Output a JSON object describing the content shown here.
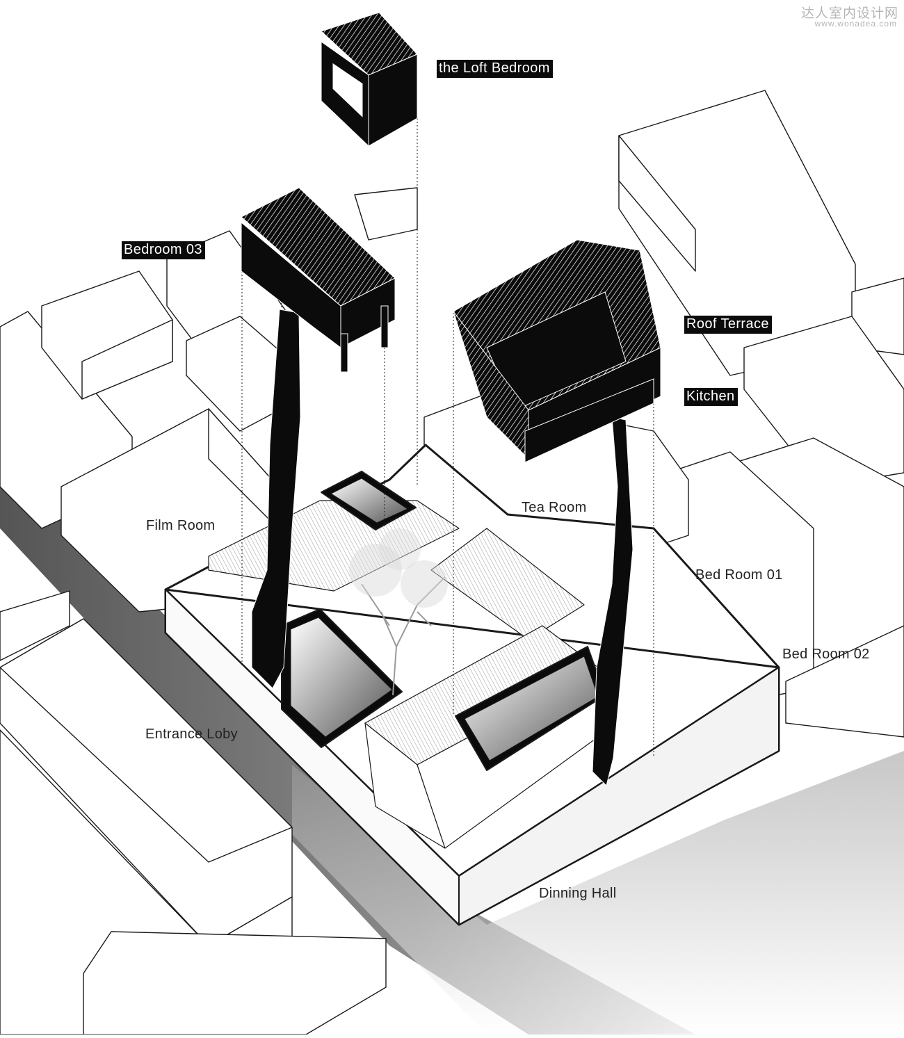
{
  "watermark": {
    "site_name_cn": "达人室内设计网",
    "site_url": "www.wonadea.com"
  },
  "tags": {
    "loft_bedroom": "the Loft Bedroom",
    "bedroom_03": "Bedroom 03",
    "roof_terrace": "Roof Terrace",
    "kitchen": "Kitchen"
  },
  "rooms": {
    "film_room": "Film Room",
    "tea_room": "Tea Room",
    "bed_room_01": "Bed Room 01",
    "bed_room_02": "Bed Room 02",
    "entrance_loby": "Entrance Loby",
    "dinning_hall": "Dinning Hall"
  },
  "colors": {
    "line": "#1a1a1a",
    "fill_black": "#0b0b0b",
    "tag_bg": "#0b0b0b",
    "tag_text": "#ffffff",
    "shadow": "#6e6e6e"
  }
}
